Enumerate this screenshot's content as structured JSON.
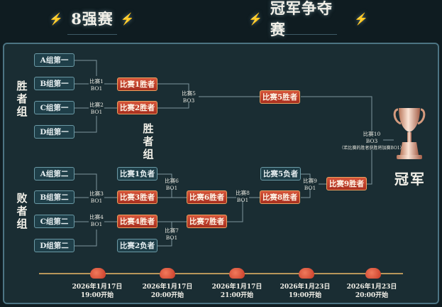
{
  "headers": {
    "left": "8强赛",
    "right": "冠军争夺赛"
  },
  "side_labels": {
    "winners": "胜者组",
    "losers": "败者组",
    "winners_mid": "胜者组"
  },
  "winners_seeds": [
    "A组第一",
    "B组第一",
    "C组第一",
    "D组第一"
  ],
  "losers_seeds": [
    "A组第二",
    "B组第二",
    "C组第二",
    "D组第二"
  ],
  "boxes": {
    "m1w": "比赛1胜者",
    "m2w": "比赛2胜者",
    "m5w": "比赛5胜者",
    "m1l": "比赛1负者",
    "m3w": "比赛3胜者",
    "m4w": "比赛4胜者",
    "m2l": "比赛2负者",
    "m6w": "比赛6胜者",
    "m7w": "比赛7胜者",
    "m5l": "比赛5负者",
    "m8w": "比赛8胜者",
    "m9w": "比赛9胜者"
  },
  "matches": {
    "m1": {
      "name": "比赛1",
      "fmt": "BO1"
    },
    "m2": {
      "name": "比赛2",
      "fmt": "BO1"
    },
    "m3": {
      "name": "比赛3",
      "fmt": "BO1"
    },
    "m4": {
      "name": "比赛4",
      "fmt": "BO1"
    },
    "m5": {
      "name": "比赛5",
      "fmt": "BO3"
    },
    "m6": {
      "name": "比赛6",
      "fmt": "BO1"
    },
    "m7": {
      "name": "比赛7",
      "fmt": "BO1"
    },
    "m8": {
      "name": "比赛8",
      "fmt": "BO1"
    },
    "m9": {
      "name": "比赛9",
      "fmt": "BO1"
    },
    "m10": {
      "name": "比赛10",
      "fmt": "BO3",
      "note": "（若比赛的胜者获胜将加赛BO1）"
    }
  },
  "champion": "冠军",
  "schedule": [
    {
      "date": "2026年1月17日",
      "time": "19:00开始"
    },
    {
      "date": "2026年1月17日",
      "time": "20:00开始"
    },
    {
      "date": "2026年1月17日",
      "time": "21:00开始"
    },
    {
      "date": "2026年1月23日",
      "time": "19:00开始"
    },
    {
      "date": "2026年1月23日",
      "time": "20:00开始"
    }
  ],
  "colors": {
    "teal": "#1f3f49",
    "orange": "#c0412b",
    "gold": "#c9a760"
  }
}
